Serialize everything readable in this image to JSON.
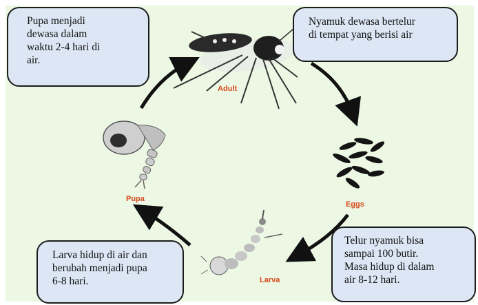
{
  "stages": {
    "adult": "Adult",
    "eggs": "Eggs",
    "larva": "Larva",
    "pupa": "Pupa"
  },
  "callouts": {
    "pupa": [
      "Pupa menjadi",
      "dewasa dalam",
      "waktu 2-4 hari di",
      "air."
    ],
    "adult": [
      "Nyamuk dewasa bertelur",
      "di tempat yang berisi air"
    ],
    "larva": [
      "Larva hidup di air dan",
      "berubah menjadi pupa",
      "6-8 hari."
    ],
    "eggs": [
      "Telur nyamuk bisa",
      "sampai 100 butir.",
      "Masa hidup di dalam",
      "air 8-12 hari."
    ]
  },
  "colors": {
    "background": "#ecf7e4",
    "callout_fill": "#dce6f4",
    "stage_label": "#d64a1c",
    "arrow": "#111111"
  }
}
